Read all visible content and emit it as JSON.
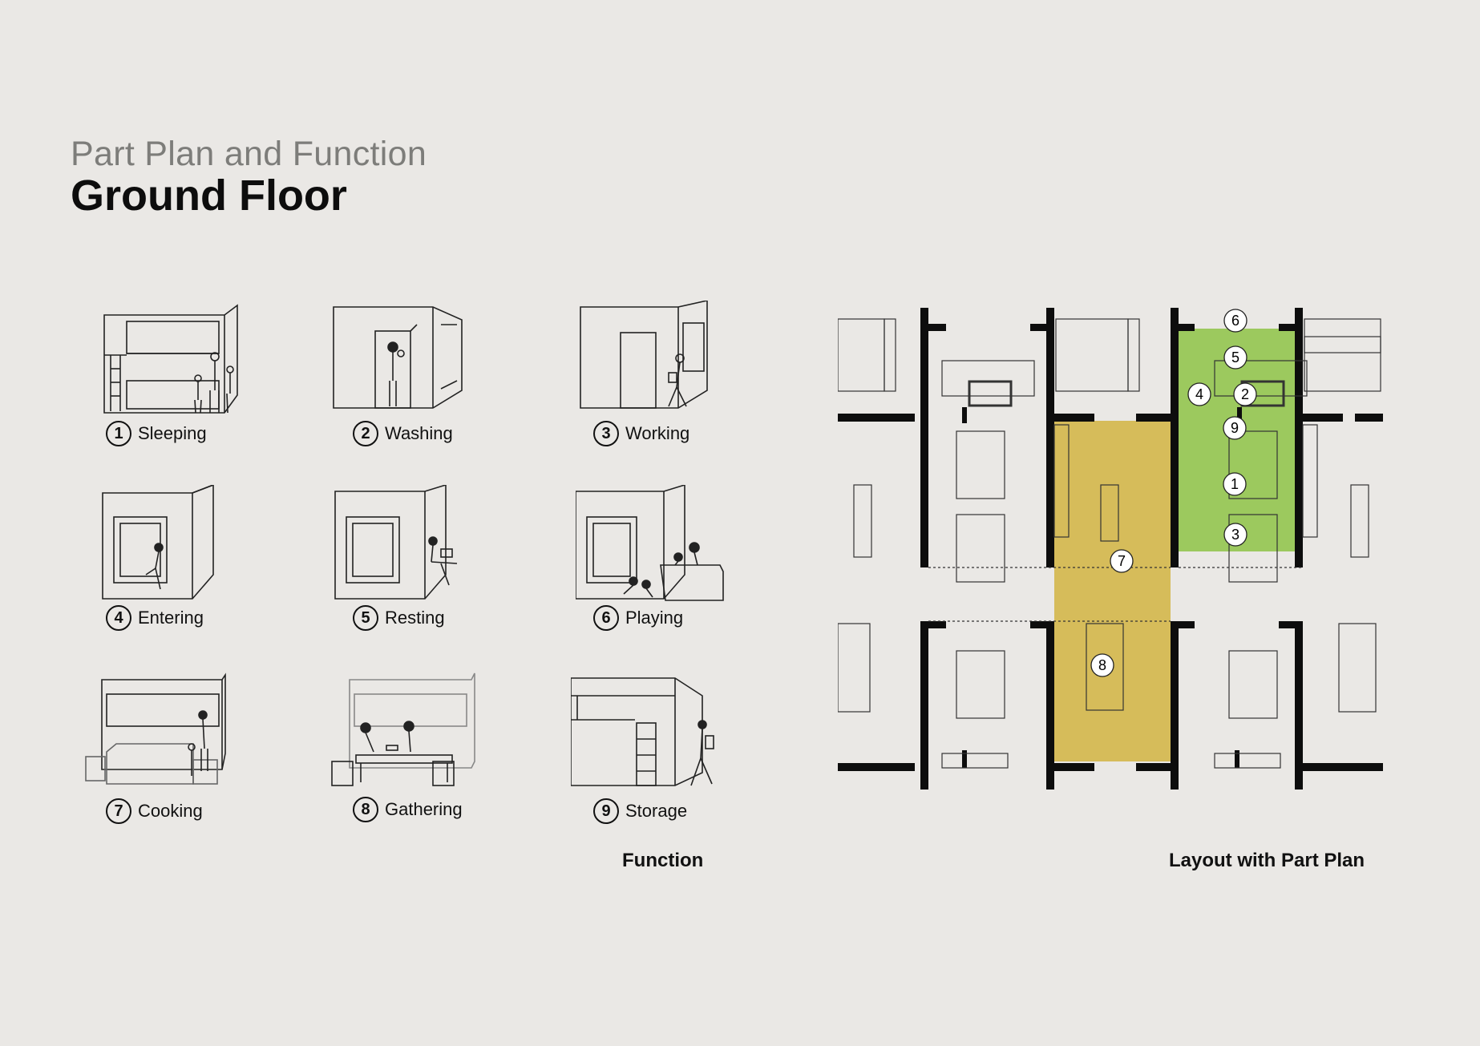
{
  "header": {
    "subtitle": "Part Plan and Function",
    "title": "Ground Floor"
  },
  "functions": [
    {
      "n": "1",
      "label": "Sleeping",
      "icon": "sleeping-module-icon"
    },
    {
      "n": "2",
      "label": "Washing",
      "icon": "washing-module-icon"
    },
    {
      "n": "3",
      "label": "Working",
      "icon": "working-module-icon"
    },
    {
      "n": "4",
      "label": "Entering",
      "icon": "entering-module-icon"
    },
    {
      "n": "5",
      "label": "Resting",
      "icon": "resting-module-icon"
    },
    {
      "n": "6",
      "label": "Playing",
      "icon": "playing-module-icon"
    },
    {
      "n": "7",
      "label": "Cooking",
      "icon": "cooking-module-icon"
    },
    {
      "n": "8",
      "label": "Gathering",
      "icon": "gathering-module-icon"
    },
    {
      "n": "9",
      "label": "Storage",
      "icon": "storage-module-icon"
    }
  ],
  "captions": {
    "function": "Function",
    "layout": "Layout with Part Plan"
  },
  "plan": {
    "markers": [
      "6",
      "5",
      "4",
      "2",
      "9",
      "1",
      "3",
      "7",
      "8"
    ],
    "colors": {
      "shared_zone": "#d6bc5a",
      "unit_zone": "#9cc95e",
      "wall": "#0d0d0d",
      "background": "#eae8e5"
    }
  }
}
